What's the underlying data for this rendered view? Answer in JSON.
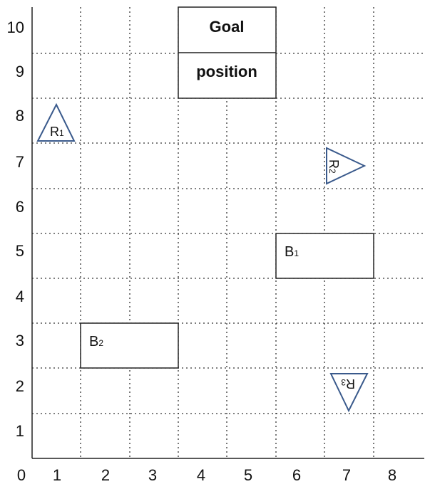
{
  "grid": {
    "x_ticks": [
      "0",
      "1",
      "2",
      "3",
      "4",
      "5",
      "6",
      "7",
      "8"
    ],
    "y_ticks": [
      "1",
      "2",
      "3",
      "4",
      "5",
      "6",
      "7",
      "8",
      "9",
      "10"
    ]
  },
  "goal": {
    "line1": "Goal",
    "line2": "position"
  },
  "boxes": [
    {
      "label": "B",
      "sub": "1"
    },
    {
      "label": "B",
      "sub": "2"
    }
  ],
  "robots": [
    {
      "label": "R",
      "sub": "1",
      "heading": "up"
    },
    {
      "label": "R",
      "sub": "2",
      "heading": "right"
    },
    {
      "label": "R",
      "sub": "3",
      "heading": "down"
    }
  ],
  "colors": {
    "robot_stroke": "#3a5a8c",
    "grid_line": "#333333",
    "frame": "#222222"
  }
}
